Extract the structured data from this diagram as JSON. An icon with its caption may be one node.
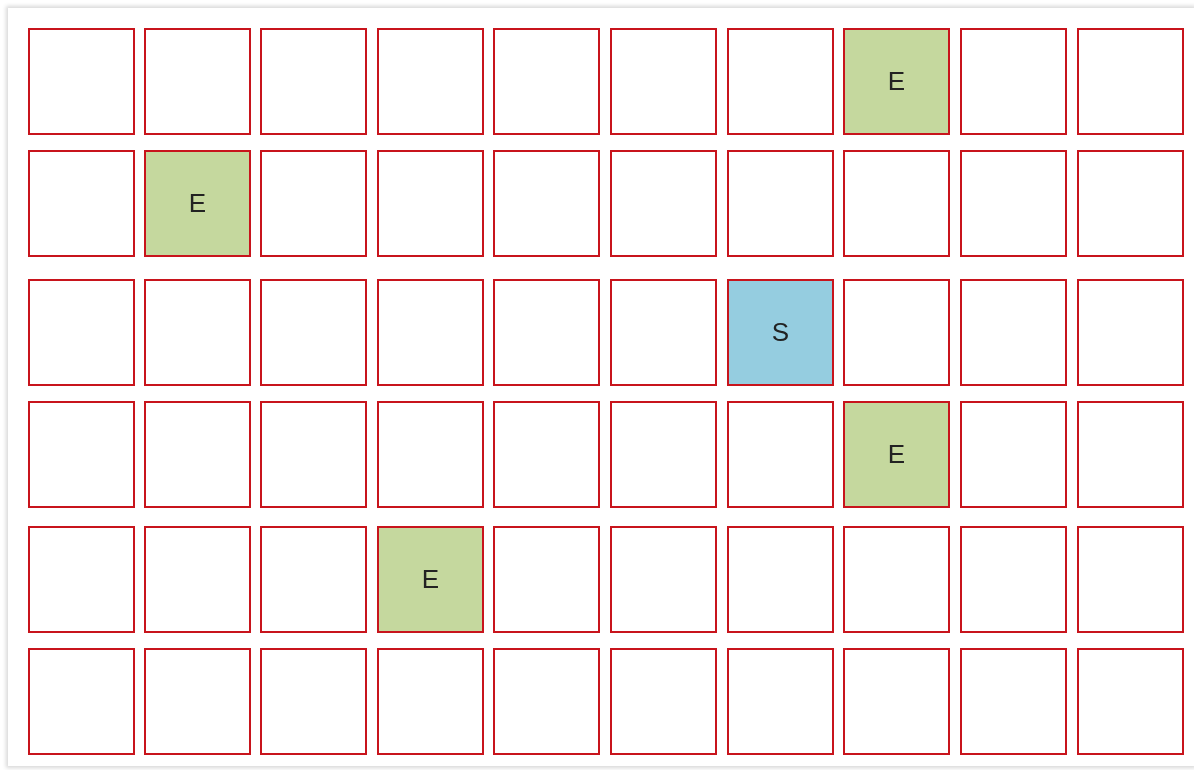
{
  "diagram": {
    "nodes": [
      {
        "text": [],
        "shape": "box"
      },
      {
        "text": [],
        "shape": "box"
      },
      {
        "text": [],
        "shape": "box"
      },
      {
        "text": [],
        "shape": "box"
      },
      {
        "text": [],
        "shape": "box"
      },
      {
        "text": [],
        "shape": "box"
      },
      {
        "text": [],
        "shape": "box"
      },
      {
        "text": [
          "E"
        ]
      },
      {
        "text": [],
        "shape": "box"
      },
      {
        "text": [],
        "shape": "box"
      },
      {
        "text": [],
        "shape": "box"
      },
      {
        "text": [
          "E"
        ]
      },
      {
        "text": [],
        "shape": "box"
      },
      {
        "text": [],
        "shape": "box"
      },
      {
        "text": [],
        "shape": "box"
      },
      {
        "text": [],
        "shape": "box"
      },
      {
        "text": [],
        "shape": "box"
      },
      {
        "text": [],
        "shape": "box"
      },
      {
        "text": [],
        "shape": "box"
      },
      {
        "text": [],
        "shape": "box"
      },
      {
        "text": [],
        "shape": "box"
      },
      {
        "text": [],
        "shape": "box"
      },
      {
        "text": [],
        "shape": "box"
      },
      {
        "text": [],
        "shape": "box"
      },
      {
        "text": [],
        "shape": "box"
      },
      {
        "text": [],
        "shape": "box"
      },
      {
        "text": [
          "S"
        ]
      },
      {
        "text": [],
        "shape": "box"
      },
      {
        "text": [],
        "shape": "box"
      },
      {
        "text": [],
        "shape": "box"
      },
      {
        "text": [],
        "shape": "box"
      },
      {
        "text": [],
        "shape": "box"
      },
      {
        "text": [],
        "shape": "box"
      },
      {
        "text": [],
        "shape": "box"
      },
      {
        "text": [],
        "shape": "box"
      },
      {
        "text": [],
        "shape": "box"
      },
      {
        "text": [],
        "shape": "box"
      },
      {
        "text": [
          "E"
        ]
      },
      {
        "text": [],
        "shape": "box"
      },
      {
        "text": [],
        "shape": "box"
      },
      {
        "text": [],
        "shape": "box"
      },
      {
        "text": [],
        "shape": "box"
      },
      {
        "text": [],
        "shape": "box"
      },
      {
        "text": [
          "E"
        ]
      },
      {
        "text": [],
        "shape": "box"
      },
      {
        "text": [],
        "shape": "box"
      },
      {
        "text": [],
        "shape": "box"
      },
      {
        "text": [],
        "shape": "box"
      },
      {
        "text": [],
        "shape": "box"
      },
      {
        "text": [],
        "shape": "box"
      },
      {
        "text": [],
        "shape": "box"
      },
      {
        "text": [],
        "shape": "box"
      },
      {
        "text": [],
        "shape": "box"
      },
      {
        "text": [],
        "shape": "box"
      },
      {
        "text": [],
        "shape": "box"
      },
      {
        "text": [],
        "shape": "box"
      },
      {
        "text": [],
        "shape": "box"
      },
      {
        "text": [],
        "shape": "box"
      },
      {
        "text": [],
        "shape": "box"
      },
      {
        "text": [],
        "shape": "box"
      }
    ]
  }
}
